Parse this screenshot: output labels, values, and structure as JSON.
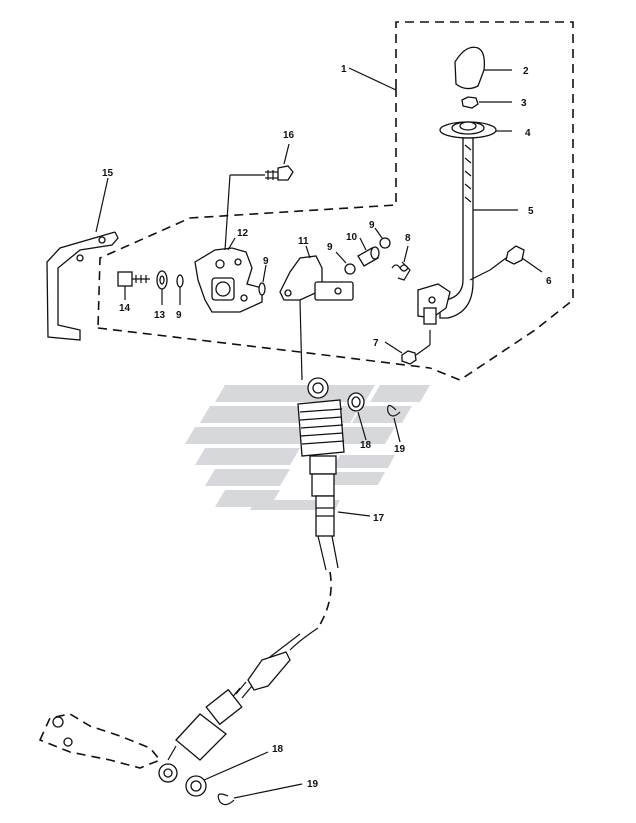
{
  "diagram": {
    "callouts": [
      {
        "id": "c1",
        "label": "1"
      },
      {
        "id": "c2",
        "label": "2"
      },
      {
        "id": "c3",
        "label": "3"
      },
      {
        "id": "c4",
        "label": "4"
      },
      {
        "id": "c5",
        "label": "5"
      },
      {
        "id": "c6",
        "label": "6"
      },
      {
        "id": "c7",
        "label": "7"
      },
      {
        "id": "c8",
        "label": "8"
      },
      {
        "id": "c9a",
        "label": "9"
      },
      {
        "id": "c9b",
        "label": "9"
      },
      {
        "id": "c9c",
        "label": "9"
      },
      {
        "id": "c9d",
        "label": "9"
      },
      {
        "id": "c10",
        "label": "10"
      },
      {
        "id": "c11",
        "label": "11"
      },
      {
        "id": "c12",
        "label": "12"
      },
      {
        "id": "c13",
        "label": "13"
      },
      {
        "id": "c14",
        "label": "14"
      },
      {
        "id": "c15",
        "label": "15"
      },
      {
        "id": "c16",
        "label": "16"
      },
      {
        "id": "c17",
        "label": "17"
      },
      {
        "id": "c18a",
        "label": "18"
      },
      {
        "id": "c19a",
        "label": "19"
      },
      {
        "id": "c18b",
        "label": "18"
      },
      {
        "id": "c19b",
        "label": "19"
      }
    ],
    "colors": {
      "line": "#111111",
      "watermark": "#d6d8dc",
      "background": "#ffffff"
    }
  }
}
